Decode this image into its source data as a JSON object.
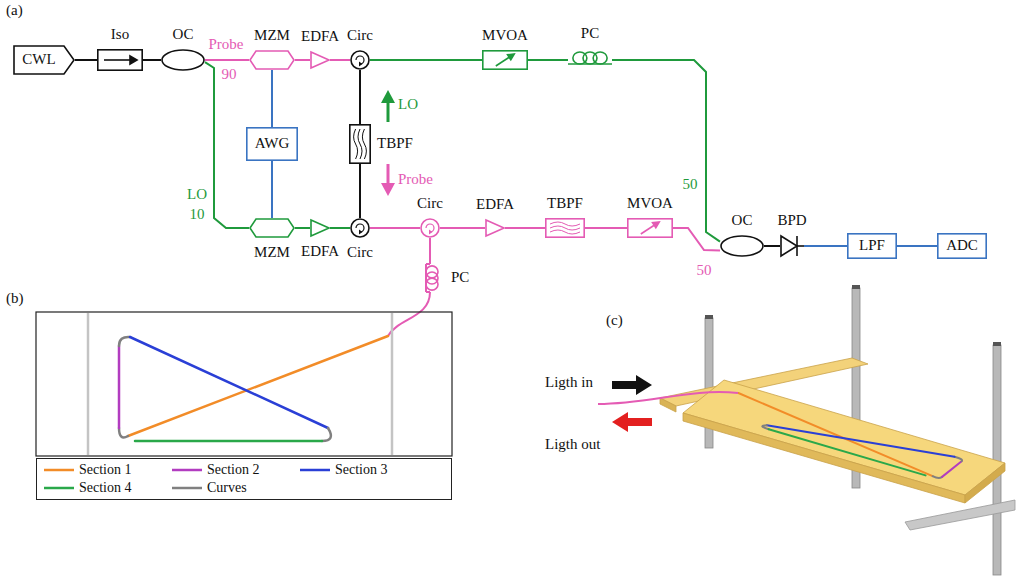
{
  "diagram": {
    "nodes": [
      {
        "text": [
          "CWL"
        ]
      },
      {
        "text": [
          "Iso"
        ]
      },
      {
        "text": [
          "OC"
        ]
      },
      {
        "text": [
          "MZM"
        ]
      },
      {
        "text": [
          "EDFA"
        ]
      },
      {
        "text": [
          "Circ"
        ]
      },
      {
        "text": [
          "MVOA"
        ]
      },
      {
        "text": [
          "PC"
        ]
      },
      {
        "text": [
          "AWG"
        ]
      },
      {
        "text": [
          "TBPF"
        ]
      },
      {
        "text": [
          "MZM"
        ]
      },
      {
        "text": [
          "EDFA"
        ]
      },
      {
        "text": [
          "Circ"
        ]
      },
      {
        "text": [
          "Circ"
        ]
      },
      {
        "text": [
          "EDFA"
        ]
      },
      {
        "text": [
          "TBPF"
        ]
      },
      {
        "text": [
          "MVOA"
        ]
      },
      {
        "text": [
          "OC"
        ]
      },
      {
        "text": [
          "BPD"
        ]
      },
      {
        "text": [
          "LPF"
        ]
      },
      {
        "text": [
          "ADC"
        ]
      },
      {
        "text": [
          "PC"
        ]
      }
    ],
    "edges": [
      {
        "from": 0,
        "to": 1,
        "arrow": "none"
      },
      {
        "from": 1,
        "to": 2,
        "arrow": "none"
      },
      {
        "from": 2,
        "to": 3,
        "arrow": "none"
      },
      {
        "from": 2,
        "to": 10,
        "arrow": "none"
      },
      {
        "from": 3,
        "to": 4,
        "arrow": "none"
      },
      {
        "from": 4,
        "to": 5,
        "arrow": "none"
      },
      {
        "from": 5,
        "to": 6,
        "arrow": "none"
      },
      {
        "from": 6,
        "to": 7,
        "arrow": "none"
      },
      {
        "from": 7,
        "to": 17,
        "arrow": "none"
      },
      {
        "from": 8,
        "to": 3,
        "arrow": "none"
      },
      {
        "from": 8,
        "to": 10,
        "arrow": "none"
      },
      {
        "from": 5,
        "to": 9,
        "arrow": "none"
      },
      {
        "from": 9,
        "to": 12,
        "arrow": "none"
      },
      {
        "from": 10,
        "to": 11,
        "arrow": "none"
      },
      {
        "from": 11,
        "to": 12,
        "arrow": "none"
      },
      {
        "from": 12,
        "to": 13,
        "arrow": "none"
      },
      {
        "from": 13,
        "to": 14,
        "arrow": "none"
      },
      {
        "from": 14,
        "to": 15,
        "arrow": "none"
      },
      {
        "from": 15,
        "to": 16,
        "arrow": "none"
      },
      {
        "from": 16,
        "to": 17,
        "arrow": "none"
      },
      {
        "from": 17,
        "to": 18,
        "arrow": "none"
      },
      {
        "from": 18,
        "to": 19,
        "arrow": "none"
      },
      {
        "from": 19,
        "to": 20,
        "arrow": "none"
      },
      {
        "from": 13,
        "to": 21,
        "arrow": "none"
      }
    ],
    "labels": [
      "(a)",
      "Probe",
      "90",
      "LO",
      "10",
      "LO",
      "Probe",
      "50",
      "50",
      "(b)",
      "(c)",
      "Ligth in",
      "Ligth out"
    ],
    "legend": [
      {
        "text": "Section 1"
      },
      {
        "text": "Section 2"
      },
      {
        "text": "Section 3"
      },
      {
        "text": "Section 4"
      },
      {
        "text": "Curves"
      }
    ]
  }
}
